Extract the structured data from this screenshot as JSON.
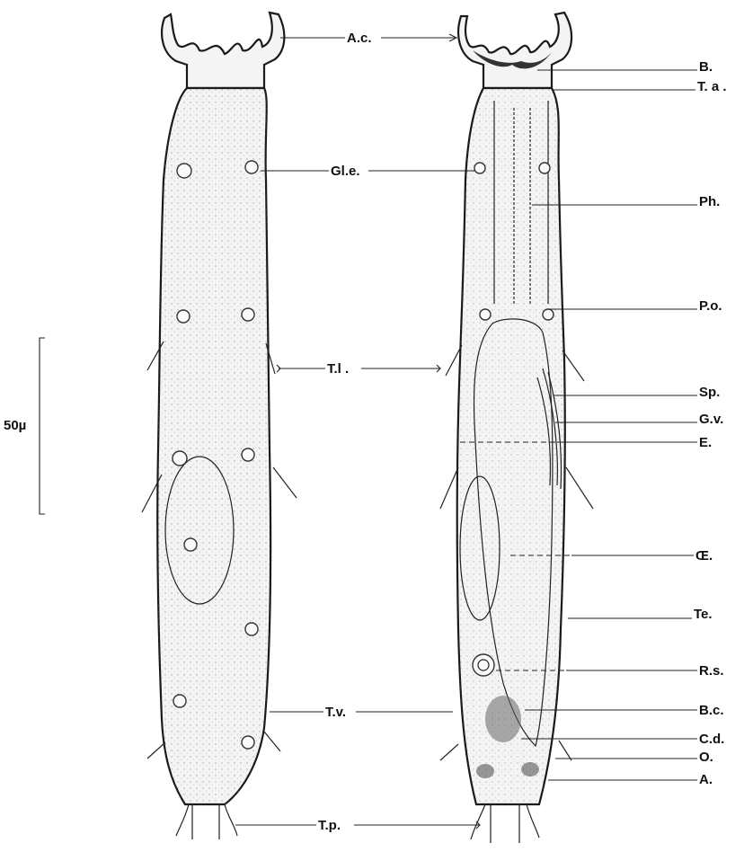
{
  "scale_bar": {
    "label": "50µ"
  },
  "labels": {
    "center": {
      "ac": "A.c.",
      "gle": "Gl.e.",
      "tl": "T.l .",
      "tv": "T.v.",
      "tp": "T.p."
    },
    "right": {
      "b": "B.",
      "ta": "T. a .",
      "ph": "Ph.",
      "po": "P.o.",
      "sp": "Sp.",
      "gv": "G.v.",
      "e": "E.",
      "oe": "Œ.",
      "te": "Te.",
      "rs": "R.s.",
      "bc": "B.c.",
      "cd": "C.d.",
      "o": "O.",
      "a": "A."
    }
  }
}
